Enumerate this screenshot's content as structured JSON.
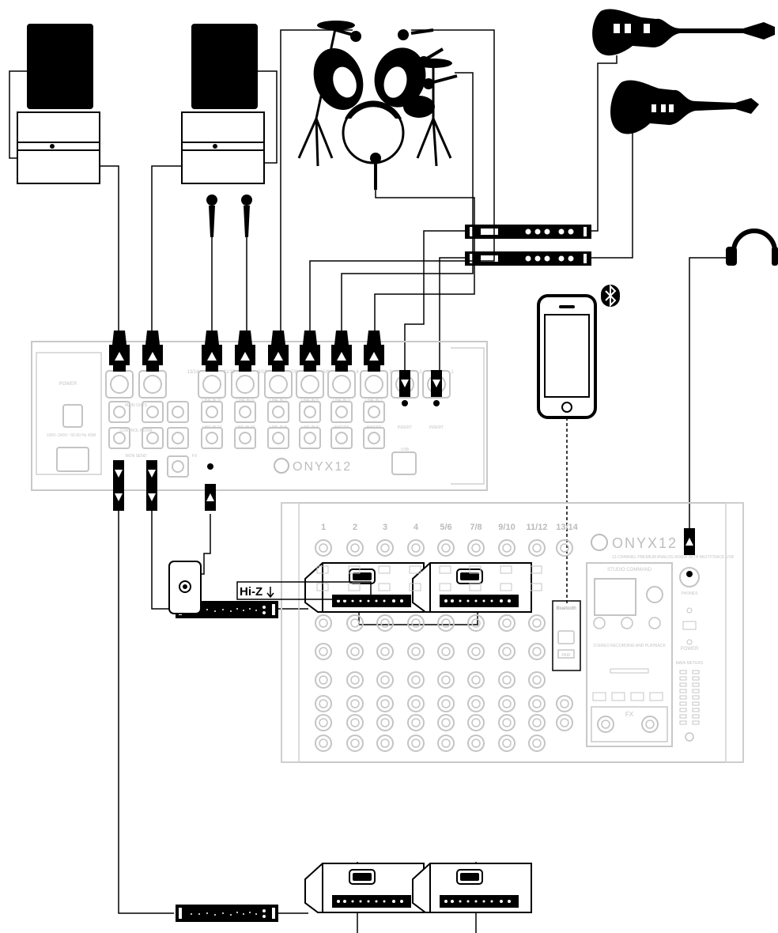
{
  "rear_panel": {
    "brand": "ONYX12",
    "power_label": "POWER",
    "power_spec": "100V–240V~ 50-60 Hz 40W",
    "main_outs_label": "MAIN OUTS",
    "control_room_label": "CONTROL ROOM",
    "mon_send_label": "MON SEND",
    "fx_label": "FX",
    "usb_label": "USB",
    "jack_labels": [
      "LINE IN 11",
      "LINE IN 9",
      "LINE IN 7",
      "LINE IN 5",
      "LINE IN 3",
      "LINE IN 1",
      "LINE IN 12",
      "LINE IN 10",
      "LINE IN 8",
      "LINE IN 6",
      "INSERT",
      "INSERT",
      "INSERT",
      "INSERT"
    ],
    "channel_nums": [
      "13/14",
      "11/12",
      "9/10",
      "7/8",
      "5/6",
      "4",
      "3",
      "2",
      "1"
    ]
  },
  "top_panel": {
    "brand": "ONYX12",
    "subtitle": "12-CHANNEL PREMIUM ANALOG MIXER WITH MULTITRACK USB",
    "channels": [
      "1",
      "2",
      "3",
      "4",
      "5/6",
      "7/8",
      "9/10",
      "11/12",
      "13/14"
    ],
    "studio_command": "STUDIO COMMAND",
    "stereo_recording": "STEREO RECORDING AND PLAYBACK",
    "bluetooth_label": "Bluetooth",
    "pair_label": "PAIR",
    "phones_label": "PHONES",
    "power_label": "POWER",
    "main_meters_label": "MAIN METERS",
    "fx_label": "FX"
  },
  "callout": {
    "hiz_label": "Hi-Z"
  },
  "colors": {
    "ink": "#000000",
    "panel": "#bfbfbf",
    "background": "#ffffff"
  }
}
